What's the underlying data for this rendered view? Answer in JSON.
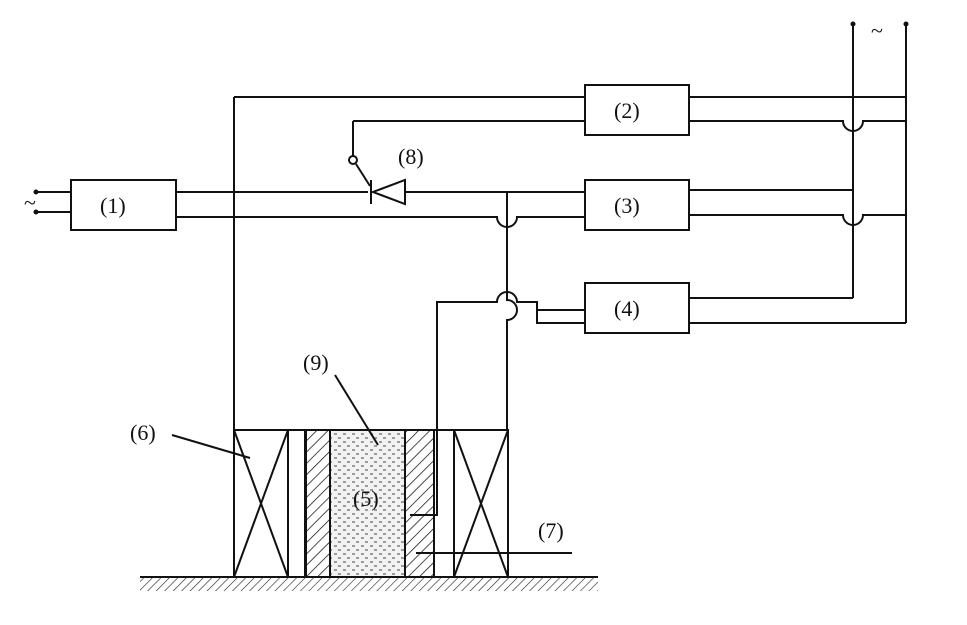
{
  "labels": {
    "l1": "(1)",
    "l2": "(2)",
    "l3": "(3)",
    "l4": "(4)",
    "l5": "(5)",
    "l6": "(6)",
    "l7": "(7)",
    "l8": "(8)",
    "l9": "(9)"
  },
  "supply_symbols": {
    "left": "~",
    "right": "~"
  },
  "colors": {
    "line": "#111111",
    "background": "#ffffff"
  }
}
